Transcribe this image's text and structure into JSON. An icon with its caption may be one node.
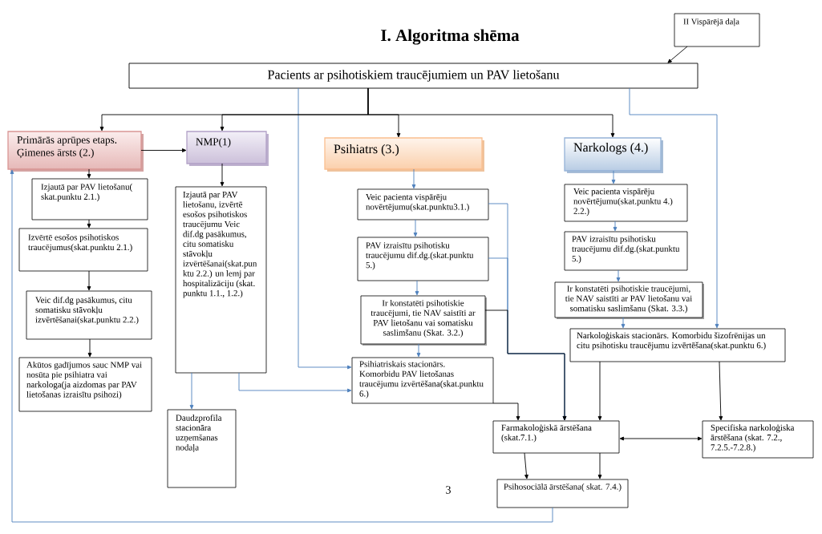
{
  "diagram": {
    "title": "I. Algoritma shēma",
    "nodes": [
      {
        "text": [
          "II Vispārējā daļa"
        ]
      },
      {
        "text": [
          "Pacients ar psihotiskiem traucējumiem un PAV lietošanu"
        ]
      },
      {
        "text": [
          "Primārās aprūpes etaps. Ģimenes ārsts (2.)"
        ]
      },
      {
        "text": [
          "NMP(1)"
        ]
      },
      {
        "text": [
          "Psihiatrs (3.)"
        ]
      },
      {
        "text": [
          "Narkologs (4.)"
        ]
      },
      {
        "text": [
          "Izjautā par PAV lietošanu( skat.punktu 2.1.)"
        ]
      },
      {
        "text": [
          "Izvērtē esošos psihotiskos traucējumus(skat.punktu 2.1.)"
        ]
      },
      {
        "text": [
          "Veic dif.dg pasākumus, citu somatisku stāvokļu izvērtēšanai(skat.punktu 2.2.)"
        ]
      },
      {
        "text": [
          "Akūtos gadījumos sauc NMP vai nosūta pie psihiatra vai narkologa(ja aizdomas par PAV lietošanas izraisītu psihozi)"
        ]
      },
      {
        "text": [
          "Izjautā par PAV lietošanu, izvērtē esošos psihotiskos traucējumu Veic dif.dg pasākumus, citu somatisku stāvokļu izvērtēšanai(skat.pun ktu 2.2.) un lemj par hospitalizāciju (skat. punktu 1.1., 1.2.)"
        ]
      },
      {
        "text": [
          "Daudzprofila stacionāra uzņemšanas nodaļa"
        ]
      },
      {
        "text": [
          "Veic pacienta vispārēju novērtējumu(skat.punktu3.1.)"
        ]
      },
      {
        "text": [
          "PAV izraisītu psihotisku traucējumu dif.dg.(skat.punktu 5.)"
        ]
      },
      {
        "text": [
          "Ir konstatēti psihotiskie traucējumi, tie NAV saistīti ar PAV lietošanu vai somatisku saslimšanu (Skat. 3.2.)"
        ]
      },
      {
        "text": [
          "Psihiatriskais stacionārs. Komorbidu PAV lietošanas traucējumu izvērtēšana(skat.punktu 6.)"
        ]
      },
      {
        "text": [
          "Veic pacienta vispārēju novērtējumu(skat.punktu 4.) 2.2.)"
        ]
      },
      {
        "text": [
          "PAV izraisītu psihotisku traucējumu dif.dg.(skat.punktu 5.)"
        ]
      },
      {
        "text": [
          "Ir konstatēti psihotiskie traucējumi, tie NAV saistīti ar PAV lietošanu vai somatisku saslimšanu (Skat. 3.3.)"
        ]
      },
      {
        "text": [
          "Narkoloģiskais stacionārs. Komorbidu šizofrēnijas un citu psihotisku traucējumu izvērtēšana(skat.punktu 6.)"
        ]
      },
      {
        "text": [
          "Farmakoloģiskā ārstēšana (skat.7.1.)"
        ]
      },
      {
        "text": [
          "Specifiska narkoloģiska ārstēšana (skat. 7.2., 7.2.5.-7.2.8.)"
        ]
      },
      {
        "text": [
          "Psihosociālā ārstēšana( skat. 7.4.)"
        ]
      }
    ],
    "edges": [
      {
        "from": 0,
        "to": 1,
        "arrow": "to"
      },
      {
        "from": 1,
        "to": 2,
        "arrow": "to"
      },
      {
        "from": 1,
        "to": 3,
        "arrow": "to"
      },
      {
        "from": 1,
        "to": 4,
        "arrow": "to"
      },
      {
        "from": 1,
        "to": 5,
        "arrow": "to"
      },
      {
        "from": 2,
        "to": 3,
        "arrow": "to"
      },
      {
        "from": 2,
        "to": 6,
        "arrow": "to"
      },
      {
        "from": 6,
        "to": 7,
        "arrow": "to"
      },
      {
        "from": 7,
        "to": 8,
        "arrow": "to"
      },
      {
        "from": 8,
        "to": 9,
        "arrow": "to"
      },
      {
        "from": 3,
        "to": 10,
        "arrow": "to"
      },
      {
        "from": 10,
        "to": 11,
        "arrow": "to",
        "color": "#4f81bd"
      },
      {
        "from": 10,
        "to": 15,
        "arrow": "to",
        "color": "#4f81bd"
      },
      {
        "from": 1,
        "to": 15,
        "arrow": "to",
        "color": "#4f81bd"
      },
      {
        "from": 4,
        "to": 12,
        "arrow": "to",
        "color": "#4f81bd"
      },
      {
        "from": 12,
        "to": 13,
        "arrow": "to",
        "color": "#4f81bd"
      },
      {
        "from": 13,
        "to": 14,
        "arrow": "to",
        "color": "#4f81bd"
      },
      {
        "from": 14,
        "to": 15,
        "arrow": "to",
        "color": "#4f81bd"
      },
      {
        "from": 12,
        "to": 20,
        "arrow": "to",
        "color": "#4f81bd"
      },
      {
        "from": 13,
        "to": 20,
        "arrow": "to",
        "color": "#4f81bd"
      },
      {
        "from": 14,
        "to": 20,
        "arrow": "to"
      },
      {
        "from": 15,
        "to": 20,
        "arrow": "to"
      },
      {
        "from": 5,
        "to": 16,
        "arrow": "to",
        "color": "#4f81bd"
      },
      {
        "from": 16,
        "to": 17,
        "arrow": "to",
        "color": "#4f81bd"
      },
      {
        "from": 17,
        "to": 18,
        "arrow": "to",
        "color": "#4f81bd"
      },
      {
        "from": 18,
        "to": 19,
        "arrow": "to",
        "color": "#4f81bd"
      },
      {
        "from": 1,
        "to": 19,
        "arrow": "to",
        "color": "#4f81bd"
      },
      {
        "from": 19,
        "to": 20,
        "arrow": "to"
      },
      {
        "from": 19,
        "to": 21,
        "arrow": "to"
      },
      {
        "from": 20,
        "to": 21,
        "arrow": "both"
      },
      {
        "from": 20,
        "to": 22,
        "arrow": "to"
      },
      {
        "from": 20,
        "to": 22,
        "arrow": "to"
      },
      {
        "from": 22,
        "to": 2,
        "arrow": "to",
        "color": "#4f81bd"
      }
    ],
    "labels": [
      "3"
    ]
  }
}
